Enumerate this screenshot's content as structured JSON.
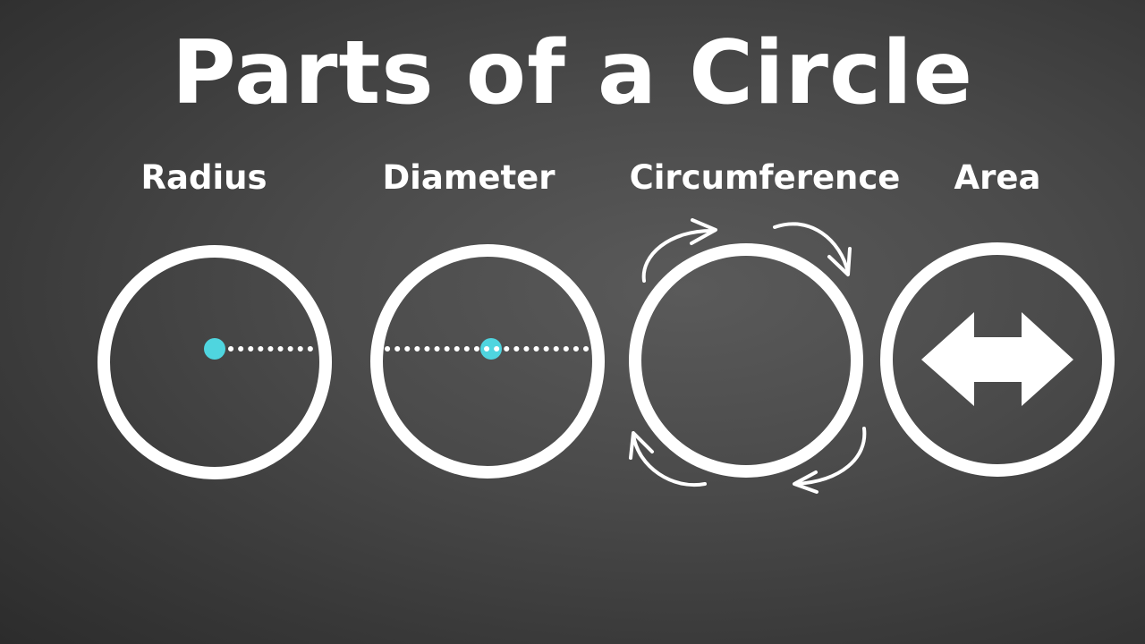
{
  "title": "Parts of a Circle",
  "parts": [
    {
      "label": "Radius",
      "icon": "radius-circle-icon"
    },
    {
      "label": "Diameter",
      "icon": "diameter-circle-icon"
    },
    {
      "label": "Circumference",
      "icon": "circumference-circle-icon"
    },
    {
      "label": "Area",
      "icon": "area-circle-icon"
    }
  ],
  "colors": {
    "background": "#444444",
    "stroke": "#ffffff",
    "center_dot": "#4fd5df"
  }
}
